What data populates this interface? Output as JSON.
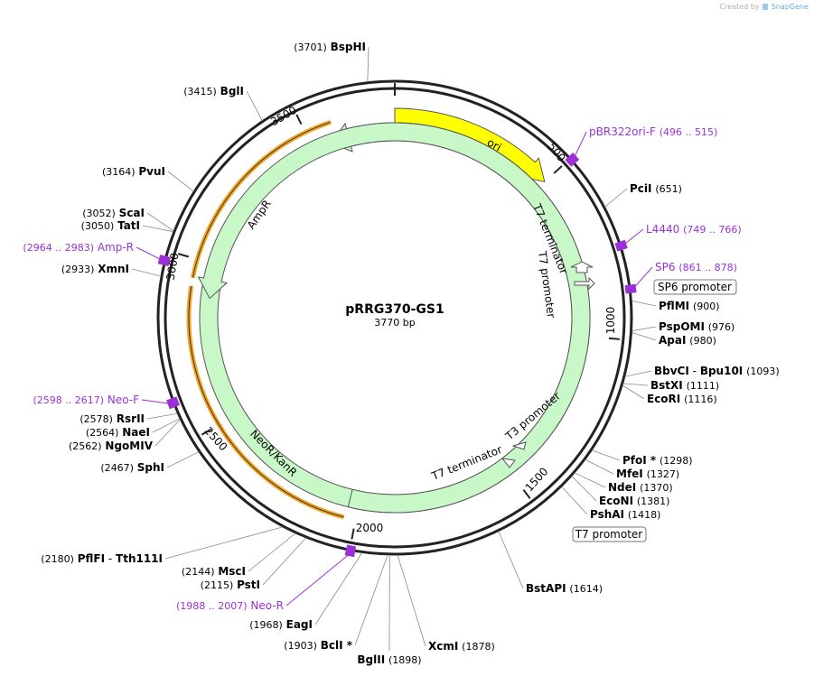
{
  "credit": {
    "prefix": "Created by",
    "brand": "SnapGene"
  },
  "plasmid": {
    "name": "pRRG370-GS1",
    "size_label": "3770 bp",
    "length": 3770
  },
  "colors": {
    "enzyme": "#000000",
    "primer": "#9b30d9",
    "ori": "#ffff00",
    "marker": "#c8f7c8",
    "orf": "#f5a623",
    "leader": "#888888"
  },
  "ticks": [
    "500",
    "1000",
    "1500",
    "2000",
    "2500",
    "3000",
    "3500"
  ],
  "features": [
    {
      "id": "ori",
      "label": "ori",
      "color": "#ffff00"
    },
    {
      "id": "ampr",
      "label": "AmpR",
      "color": "#c8f7c8"
    },
    {
      "id": "neor",
      "label": "NeoR/KanR",
      "color": "#c8f7c8"
    }
  ],
  "promoter_labels": [
    {
      "id": "t7term-top",
      "text": "T7 terminator"
    },
    {
      "id": "t7prom-top",
      "text": "T7 promoter"
    },
    {
      "id": "t3prom",
      "text": "T3 promoter"
    },
    {
      "id": "t7term-bot",
      "text": "T7 terminator"
    }
  ],
  "boxed_labels": [
    {
      "id": "sp6-promoter",
      "text": "SP6 promoter"
    },
    {
      "id": "t7-promoter",
      "text": "T7 promoter"
    }
  ],
  "enzymes": [
    {
      "id": "bsphi",
      "name": "BspHI",
      "pos": "(3701)"
    },
    {
      "id": "bgli",
      "name": "BglI",
      "pos": "(3415)"
    },
    {
      "id": "pvui",
      "name": "PvuI",
      "pos": "(3164)"
    },
    {
      "id": "scai",
      "name": "ScaI",
      "pos": "(3052)"
    },
    {
      "id": "tati",
      "name": "TatI",
      "pos": "(3050)"
    },
    {
      "id": "xmni",
      "name": "XmnI",
      "pos": "(2933)"
    },
    {
      "id": "rsrii",
      "name": "RsrII",
      "pos": "(2578)"
    },
    {
      "id": "naei",
      "name": "NaeI",
      "pos": "(2564)"
    },
    {
      "id": "ngomiv",
      "name": "NgoMIV",
      "pos": "(2562)"
    },
    {
      "id": "sphi",
      "name": "SphI",
      "pos": "(2467)"
    },
    {
      "id": "pflfi",
      "name": "PflFI",
      "name2": "Tth111I",
      "pos": "(2180)"
    },
    {
      "id": "msci",
      "name": "MscI",
      "pos": "(2144)"
    },
    {
      "id": "psti",
      "name": "PstI",
      "pos": "(2115)"
    },
    {
      "id": "eagi",
      "name": "EagI",
      "pos": "(1968)"
    },
    {
      "id": "bcli",
      "name": "BclI *",
      "pos": "(1903)"
    },
    {
      "id": "bglii",
      "name": "BglII",
      "pos": "(1898)"
    },
    {
      "id": "xcmi",
      "name": "XcmI",
      "pos": "(1878)"
    },
    {
      "id": "bstapi",
      "name": "BstAPI",
      "pos": "(1614)"
    },
    {
      "id": "pshai",
      "name": "PshAI",
      "pos": "(1418)"
    },
    {
      "id": "econi",
      "name": "EcoNI",
      "pos": "(1381)"
    },
    {
      "id": "ndei",
      "name": "NdeI",
      "pos": "(1370)"
    },
    {
      "id": "mfei",
      "name": "MfeI",
      "pos": "(1327)"
    },
    {
      "id": "pfoi",
      "name": "PfoI *",
      "pos": "(1298)"
    },
    {
      "id": "ecori",
      "name": "EcoRI",
      "pos": "(1116)"
    },
    {
      "id": "bstxi",
      "name": "BstXI",
      "pos": "(1111)"
    },
    {
      "id": "bbvci",
      "name": "BbvCI",
      "name2": "Bpu10I",
      "pos": "(1093)"
    },
    {
      "id": "apai",
      "name": "ApaI",
      "pos": "(980)"
    },
    {
      "id": "pspomi",
      "name": "PspOMI",
      "pos": "(976)"
    },
    {
      "id": "pflmi",
      "name": "PflMI",
      "pos": "(900)"
    },
    {
      "id": "pcii",
      "name": "PciI",
      "pos": "(651)"
    }
  ],
  "primers": [
    {
      "id": "pbr322ori-f",
      "name": "pBR322ori-F",
      "range": "(496 .. 515)"
    },
    {
      "id": "l4440",
      "name": "L4440",
      "range": "(749 .. 766)"
    },
    {
      "id": "sp6",
      "name": "SP6",
      "range": "(861 .. 878)"
    },
    {
      "id": "amp-r",
      "name": "Amp-R",
      "range": "(2964 .. 2983)"
    },
    {
      "id": "neo-f",
      "name": "Neo-F",
      "range": "(2598 .. 2617)"
    },
    {
      "id": "neo-r",
      "name": "Neo-R",
      "range": "(1988 .. 2007)"
    }
  ]
}
